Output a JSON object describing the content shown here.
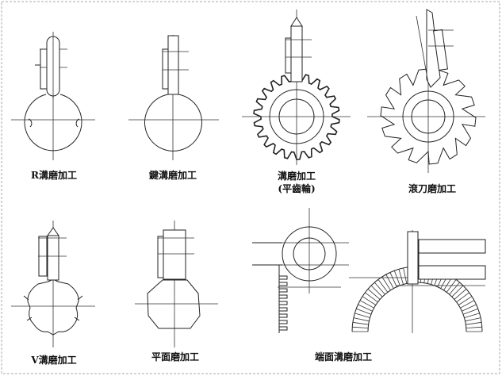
{
  "labels": {
    "r_groove": "R溝磨加工",
    "key_groove": "鍵溝磨加工",
    "gear_groove": "溝磨加工",
    "gear_groove_sub": "(平齒輪)",
    "hob_groove": "滾刀磨加工",
    "v_groove": "V溝磨加工",
    "flat_groove": "平面磨加工",
    "face_groove": "端面溝磨加工"
  }
}
